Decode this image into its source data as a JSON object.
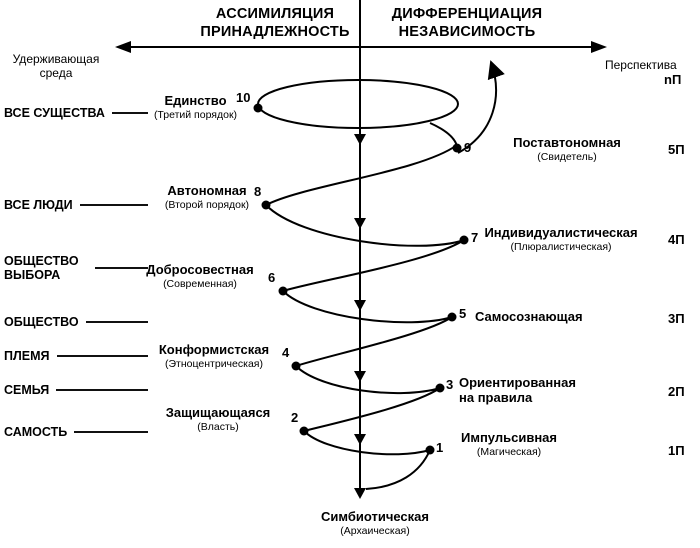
{
  "header": {
    "left": [
      "АССИМИЛЯЦИЯ",
      "ПРИНАДЛЕЖНОСТЬ"
    ],
    "right": [
      "ДИФФЕРЕНЦИАЦИЯ",
      "НЕЗАВИСИМОСТЬ"
    ]
  },
  "axis_labels": {
    "holding_env": "Удерживающая среда",
    "perspective": "Перспектива",
    "perspective_n": "nП"
  },
  "environments": [
    {
      "label": "ВСЕ СУЩЕСТВА"
    },
    {
      "label": "ВСЕ ЛЮДИ"
    },
    {
      "label": "ОБЩЕСТВО ВЫБОРА"
    },
    {
      "label": "ОБЩЕСТВО"
    },
    {
      "label": "ПЛЕМЯ"
    },
    {
      "label": "СЕМЬЯ"
    },
    {
      "label": "САМОСТЬ"
    }
  ],
  "stages_left": [
    {
      "num": "10",
      "name": "Единство",
      "sub": "(Третий порядок)"
    },
    {
      "num": "8",
      "name": "Автономная",
      "sub": "(Второй порядок)"
    },
    {
      "num": "6",
      "name": "Добросовестная",
      "sub": "(Современная)"
    },
    {
      "num": "4",
      "name": "Конформистская",
      "sub": "(Этноцентрическая)"
    },
    {
      "num": "2",
      "name": "Защищающаяся",
      "sub": "(Власть)"
    }
  ],
  "stages_right": [
    {
      "num": "9",
      "name": "Поставтономная",
      "sub": "(Свидетель)",
      "perspective": "5П"
    },
    {
      "num": "7",
      "name": "Индивидуалистическая",
      "sub": "(Плюралистическая)",
      "perspective": "4П"
    },
    {
      "num": "5",
      "name": "Самосознающая",
      "sub": "",
      "perspective": "3П"
    },
    {
      "num": "3",
      "name": "Ориентированная на правила",
      "sub": "",
      "perspective": "2П"
    },
    {
      "num": "1",
      "name": "Импульсивная",
      "sub": "(Магическая)",
      "perspective": "1П"
    }
  ],
  "bottom_stage": {
    "name": "Симбиотическая",
    "sub": "(Архаическая)"
  },
  "colors": {
    "ink": "#000000",
    "background": "#ffffff"
  }
}
